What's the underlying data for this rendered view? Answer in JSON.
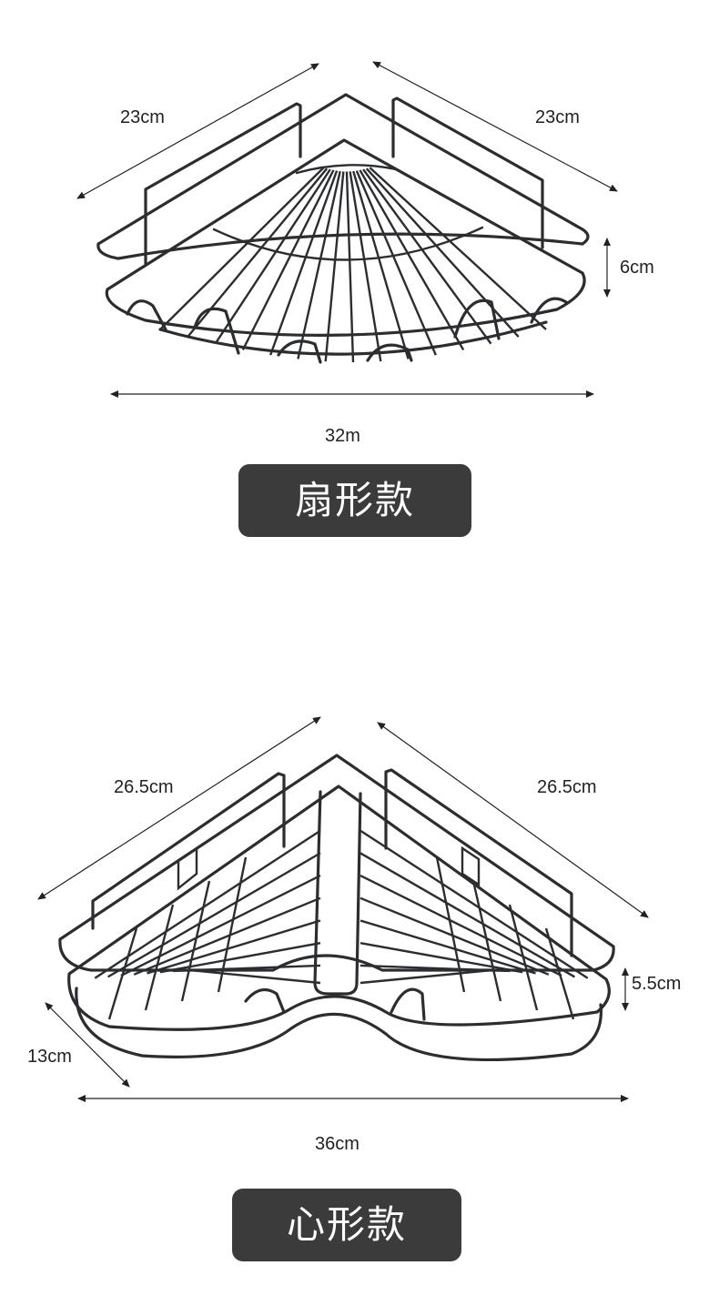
{
  "fan_style": {
    "dims": {
      "left_side": "23cm",
      "right_side": "23cm",
      "height": "6cm",
      "width": "32m"
    },
    "label": "扇形款"
  },
  "heart_style": {
    "dims": {
      "left_side": "26.5cm",
      "right_side": "26.5cm",
      "height": "5.5cm",
      "depth": "13cm",
      "width": "36cm"
    },
    "label": "心形款"
  },
  "colors": {
    "wire": "#2b2d31",
    "badge_bg": "#3b3b3b",
    "badge_text": "#ffffff"
  }
}
